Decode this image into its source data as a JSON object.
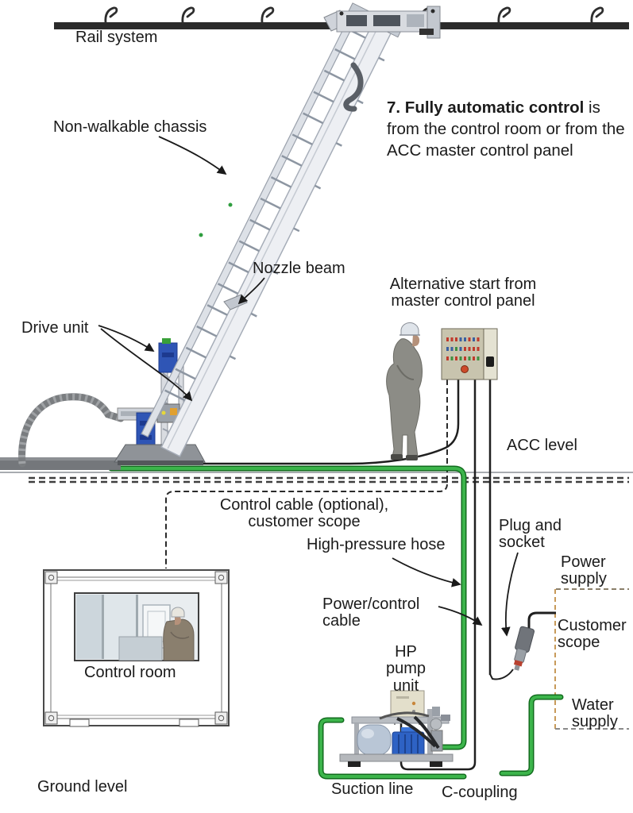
{
  "diagram": {
    "annotation": {
      "bold": "7. Fully automatic control",
      "rest": " is from the control room or from the ACC master control panel"
    },
    "labels": {
      "rail_system": "Rail system",
      "non_walkable_chassis": "Non-walkable chassis",
      "nozzle_beam": "Nozzle beam",
      "alternative_start": "Alternative start from\nmaster control panel",
      "drive_unit": "Drive unit",
      "acc_level": "ACC level",
      "control_cable": "Control cable (optional),\ncustomer scope",
      "high_pressure_hose": "High-pressure hose",
      "plug_and_socket": "Plug and\nsocket",
      "power_supply": "Power\nsupply",
      "power_control_cable": "Power/control\ncable",
      "customer_scope": "Customer\nscope",
      "hp_pump_unit": "HP\npump\nunit",
      "control_room": "Control room",
      "water_supply": "Water\nsupply",
      "ground_level": "Ground level",
      "suction_line": "Suction line",
      "c_coupling": "C-coupling"
    },
    "colors": {
      "hose_green": "#3cb44b",
      "hose_green_dark": "#116b1d",
      "cable_black": "#1f1f1f",
      "drive_blue": "#2f55b5",
      "pump_blue": "#2e62c4",
      "panel_beige": "#c8c4ae",
      "boundary_tan_dash": "#c89a5a",
      "rail_dark": "#2b2b2b",
      "indicator_red": "#c0392b",
      "indicator_blue": "#3a5fa0",
      "indicator_green": "#3f8f3f"
    }
  }
}
